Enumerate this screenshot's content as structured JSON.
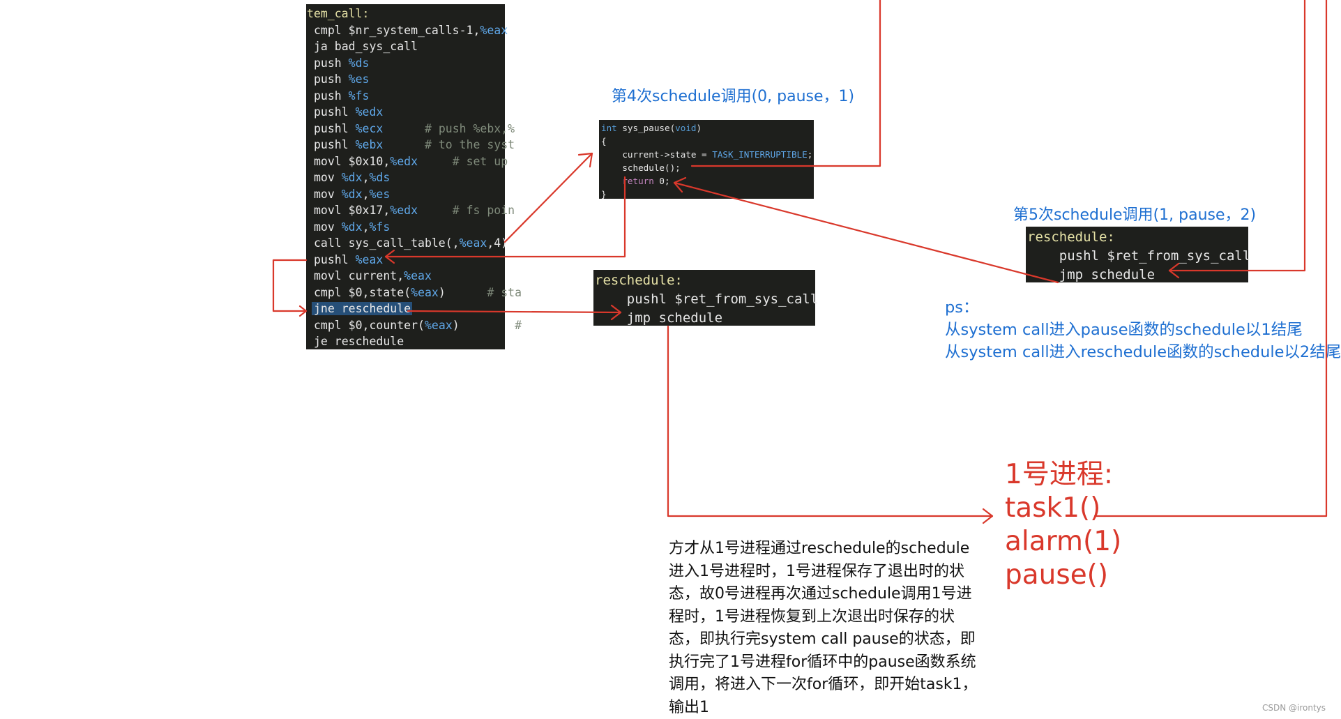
{
  "asm_block": {
    "lines": [
      {
        "segs": [
          {
            "t": "tem_call:",
            "c": "lbl"
          }
        ]
      },
      {
        "segs": [
          {
            "t": "cmpl $nr_system_calls-1,"
          },
          {
            "t": "%eax",
            "c": "reg"
          }
        ]
      },
      {
        "segs": [
          {
            "t": "ja bad_sys_call"
          }
        ]
      },
      {
        "segs": [
          {
            "t": "push "
          },
          {
            "t": "%ds",
            "c": "reg"
          }
        ]
      },
      {
        "segs": [
          {
            "t": "push "
          },
          {
            "t": "%es",
            "c": "reg"
          }
        ]
      },
      {
        "segs": [
          {
            "t": "push "
          },
          {
            "t": "%fs",
            "c": "reg"
          }
        ]
      },
      {
        "segs": [
          {
            "t": "pushl "
          },
          {
            "t": "%edx",
            "c": "reg"
          }
        ]
      },
      {
        "segs": [
          {
            "t": "pushl "
          },
          {
            "t": "%ecx",
            "c": "reg"
          },
          {
            "t": "      # push %ebx,%",
            "c": "cmt"
          }
        ]
      },
      {
        "segs": [
          {
            "t": "pushl "
          },
          {
            "t": "%ebx",
            "c": "reg"
          },
          {
            "t": "      # to the syst",
            "c": "cmt"
          }
        ]
      },
      {
        "segs": [
          {
            "t": "movl $0x10,"
          },
          {
            "t": "%edx",
            "c": "reg"
          },
          {
            "t": "     # set up",
            "c": "cmt"
          }
        ]
      },
      {
        "segs": [
          {
            "t": "mov "
          },
          {
            "t": "%dx",
            "c": "reg"
          },
          {
            "t": ","
          },
          {
            "t": "%ds",
            "c": "reg"
          }
        ]
      },
      {
        "segs": [
          {
            "t": "mov "
          },
          {
            "t": "%dx",
            "c": "reg"
          },
          {
            "t": ","
          },
          {
            "t": "%es",
            "c": "reg"
          }
        ]
      },
      {
        "segs": [
          {
            "t": "movl $0x17,"
          },
          {
            "t": "%edx",
            "c": "reg"
          },
          {
            "t": "     # fs poin",
            "c": "cmt"
          }
        ]
      },
      {
        "segs": [
          {
            "t": "mov "
          },
          {
            "t": "%dx",
            "c": "reg"
          },
          {
            "t": ","
          },
          {
            "t": "%fs",
            "c": "reg"
          }
        ]
      },
      {
        "segs": [
          {
            "t": "call sys_call_table(,"
          },
          {
            "t": "%eax",
            "c": "reg"
          },
          {
            "t": ",4)"
          }
        ]
      },
      {
        "segs": [
          {
            "t": "pushl "
          },
          {
            "t": "%eax",
            "c": "reg"
          }
        ]
      },
      {
        "segs": [
          {
            "t": "movl current,"
          },
          {
            "t": "%eax",
            "c": "reg"
          }
        ]
      },
      {
        "segs": [
          {
            "t": "cmpl $0,state("
          },
          {
            "t": "%eax",
            "c": "reg"
          },
          {
            "t": ")"
          },
          {
            "t": "      # sta",
            "c": "cmt"
          }
        ]
      },
      {
        "hl": true,
        "segs": [
          {
            "t": "jne reschedule"
          }
        ]
      },
      {
        "segs": [
          {
            "t": "cmpl $0,counter("
          },
          {
            "t": "%eax",
            "c": "reg"
          },
          {
            "t": ")"
          },
          {
            "t": "        #",
            "c": "cmt"
          }
        ]
      },
      {
        "segs": [
          {
            "t": "je reschedule"
          }
        ]
      }
    ]
  },
  "sys_pause_block": {
    "lines": [
      {
        "segs": [
          {
            "t": "int",
            "c": "typ"
          },
          {
            "t": " sys_pause("
          },
          {
            "t": "void",
            "c": "typ"
          },
          {
            "t": ")"
          }
        ]
      },
      {
        "segs": [
          {
            "t": "{"
          }
        ]
      },
      {
        "segs": [
          {
            "t": "    current->state = "
          },
          {
            "t": "TASK_INTERRUPTIBLE",
            "c": "reg"
          },
          {
            "t": ";"
          }
        ]
      },
      {
        "segs": [
          {
            "t": "    schedule();"
          }
        ]
      },
      {
        "segs": [
          {
            "t": "    "
          },
          {
            "t": "return",
            "c": "kw"
          },
          {
            "t": " 0;"
          }
        ]
      },
      {
        "segs": [
          {
            "t": "}"
          }
        ]
      }
    ]
  },
  "reschedule_block_1": {
    "lines": [
      {
        "segs": [
          {
            "t": "reschedule:",
            "c": "lbl"
          }
        ]
      },
      {
        "segs": [
          {
            "t": "    pushl $ret_from_sys_call"
          }
        ]
      },
      {
        "segs": [
          {
            "t": "    jmp schedule"
          }
        ]
      }
    ]
  },
  "reschedule_block_2": {
    "lines": [
      {
        "segs": [
          {
            "t": "reschedule:",
            "c": "lbl"
          }
        ]
      },
      {
        "segs": [
          {
            "t": "    pushl $ret_from_sys_call"
          }
        ]
      },
      {
        "segs": [
          {
            "t": "    jmp schedule"
          }
        ]
      }
    ]
  },
  "labels": {
    "fourth_call": "第4次schedule调用(0, pause，1)",
    "fifth_call": "第5次schedule调用(1, pause，2)"
  },
  "ps_note": {
    "title": "ps：",
    "line1": "从system call进入pause函数的schedule以1结尾",
    "line2": "从system call进入reschedule函数的schedule以2结尾"
  },
  "process1": {
    "title": "1号进程:",
    "line1": "task1()",
    "line2": "alarm(1)",
    "line3": "pause()"
  },
  "explanation": "方才从1号进程通过reschedule的schedule进入1号进程时，1号进程保存了退出时的状态，故0号进程再次通过schedule调用1号进程时，1号进程恢复到上次退出时保存的状态，即执行完system call pause的状态，即执行完了1号进程for循环中的pause函数系统调用，将进入下一次for循环，即开始task1，输出1",
  "watermark": "CSDN @irontys",
  "colors": {
    "arrow_red": "#d9382b",
    "label_blue": "#1e6fd1",
    "code_bg": "#1e1f1c"
  }
}
